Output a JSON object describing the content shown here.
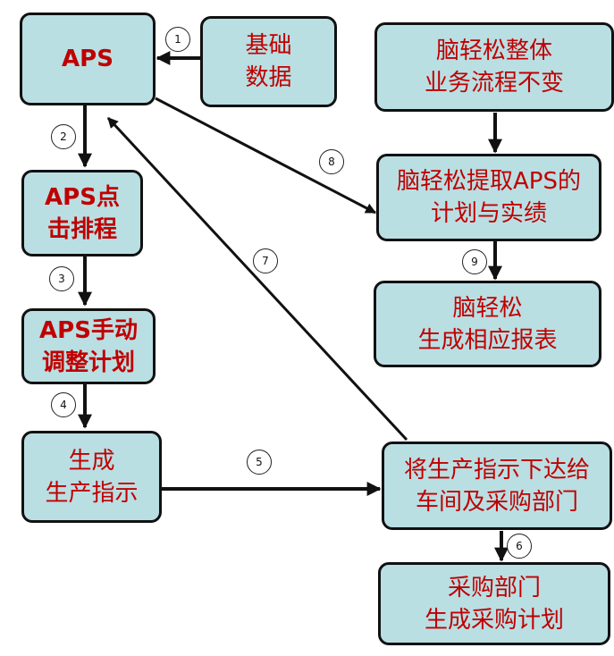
{
  "nodes": {
    "aps": {
      "lines": [
        "APS"
      ]
    },
    "basic_data": {
      "lines": [
        "基础",
        "数据"
      ]
    },
    "aps_schedule": {
      "lines": [
        "APS点",
        "击排程"
      ]
    },
    "aps_adjust": {
      "lines": [
        "APS手动",
        "调整计划"
      ]
    },
    "generate_instruction": {
      "lines": [
        "生成",
        "生产指示"
      ]
    },
    "dispatch": {
      "lines": [
        "将生产指示下达给",
        "车间及采购部门"
      ]
    },
    "purchase_plan": {
      "lines": [
        "采购部门",
        "生成采购计划"
      ]
    },
    "process_unchanged": {
      "lines": [
        "脑轻松整体",
        "业务流程不变"
      ]
    },
    "extract": {
      "lines": [
        "脑轻松提取APS的",
        "计划与实绩"
      ]
    },
    "report": {
      "lines": [
        "脑轻松",
        "生成相应报表"
      ]
    }
  },
  "steps": [
    "1",
    "2",
    "3",
    "4",
    "5",
    "6",
    "7",
    "8",
    "9"
  ]
}
